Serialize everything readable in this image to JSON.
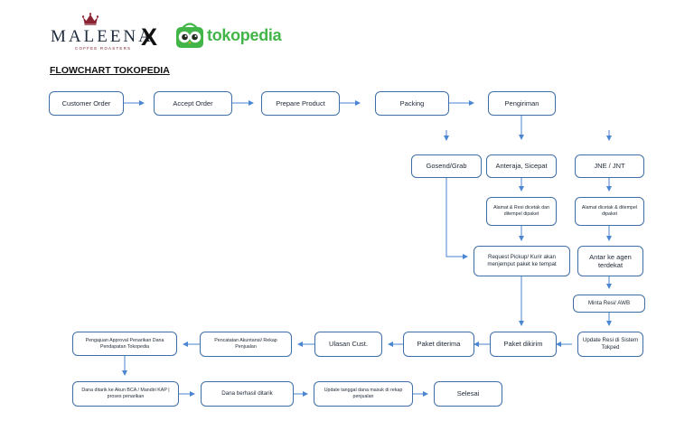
{
  "header": {
    "brand_left": "MALEENA",
    "brand_left_tagline": "COFFEE ROASTERS",
    "separator": "X",
    "brand_right": "tokopedia"
  },
  "title": "FLOWCHART TOKOPEDIA",
  "colors": {
    "node_border": "#3f6ea6",
    "arrow": "#4a86d2",
    "tokopedia_green": "#42b549",
    "maleena_crown": "#8a2432"
  },
  "nodes": {
    "customer_order": "Customer Order",
    "accept_order": "Accept Order",
    "prepare_product": "Prepare Product",
    "packing": "Packing",
    "pengiriman": "Pengiriman",
    "gosend_grab": "Gosend/Grab",
    "anteraja_sicepat": "Anteraja, Sicepat",
    "jne_jnt": "JNE / JNT",
    "alamat_resi_dicetak": "Alamat & Resi dicetak dan ditempel dipaket",
    "alamat_dicetak": "Alamat dicetak & ditempel dipaket",
    "request_pickup": "Request Pickup/ Kurir akan menjemput paket ke tempat",
    "antar_agen": "Antar ke agen terdekat",
    "minta_resi": "Minta Resi/ AWB",
    "update_resi": "Update Resi di Sistem Tokped",
    "paket_dikirim": "Paket dikirim",
    "paket_diterima": "Paket diterima",
    "ulasan_cust": "Ulasan Cust.",
    "pencatatan": "Pencatatan Akuntansi/ Rekap Penjualan",
    "pengajuan": "Pengajuan Approval Penarikan Dana Pendapatan Tokopedia",
    "dana_ditarik": "Dana ditarik ke Akun BCA / Mandiri KAP | proses penarikan",
    "dana_berhasil": "Dana berhasil ditarik",
    "update_tanggal": "Update tanggal dana masuk di rekap penjualan",
    "selesai": "Selesai"
  }
}
